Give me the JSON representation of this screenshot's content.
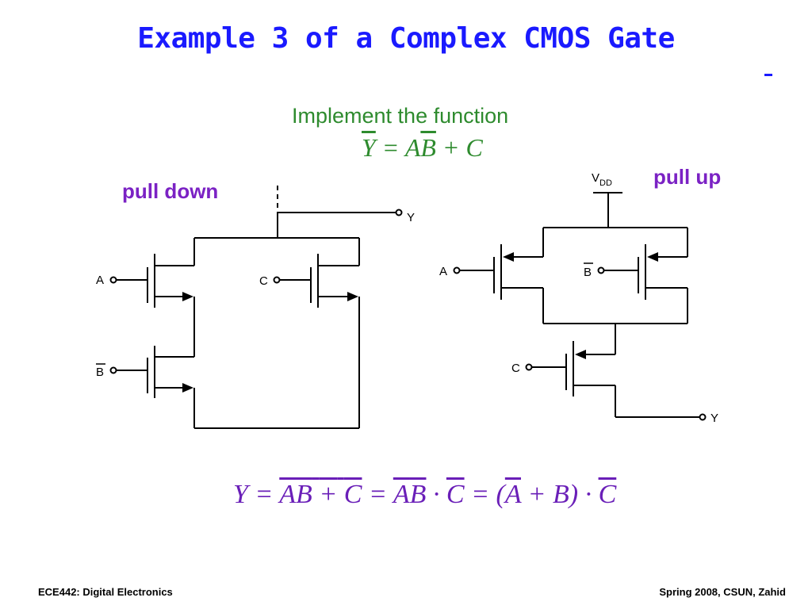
{
  "slide": {
    "title": "Example 3 of a Complex CMOS Gate",
    "subtitle": "Implement the function",
    "function_lhs": "Y",
    "function_rhs_a": "A",
    "function_rhs_b": "B",
    "function_rhs_c": "+ C",
    "pull_down_label": "pull down",
    "pull_up_label": "pull up",
    "footer_left": "ECE442: Digital Electronics",
    "footer_right": "Spring 2008, CSUN, Zahid"
  },
  "pull_down": {
    "input_a": "A",
    "input_b": "B",
    "input_c": "C",
    "output": "Y"
  },
  "pull_up": {
    "vdd_main": "V",
    "vdd_sub": "DD",
    "input_a": "A",
    "input_b": "B",
    "input_c": "C",
    "output": "Y"
  },
  "derivation": {
    "y": "Y",
    "eq": "=",
    "a": "A",
    "b": "B",
    "plus": "+",
    "c": "C",
    "dot": "·",
    "lparen": "(",
    "rparen": ")"
  },
  "colors": {
    "title": "#1a1aff",
    "green_text": "#2e8b2e",
    "purple_text": "#7b22c4",
    "formula": "#6a1fb8"
  }
}
